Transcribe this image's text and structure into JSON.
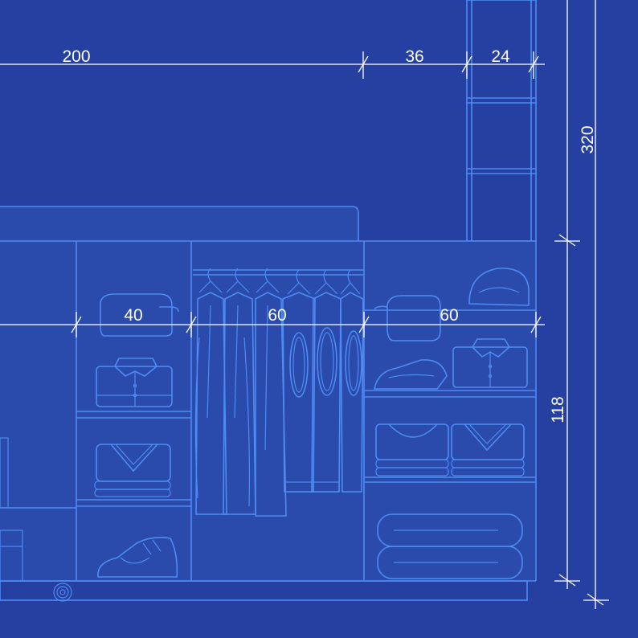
{
  "colors": {
    "background": "#2540a0",
    "line": "#4d8cf2",
    "dimension": "#ffffff"
  },
  "dimensions": {
    "top": [
      "200",
      "36",
      "24"
    ],
    "middle": [
      "40",
      "60",
      "60"
    ],
    "right_upper": "320",
    "right_lower": "118"
  }
}
